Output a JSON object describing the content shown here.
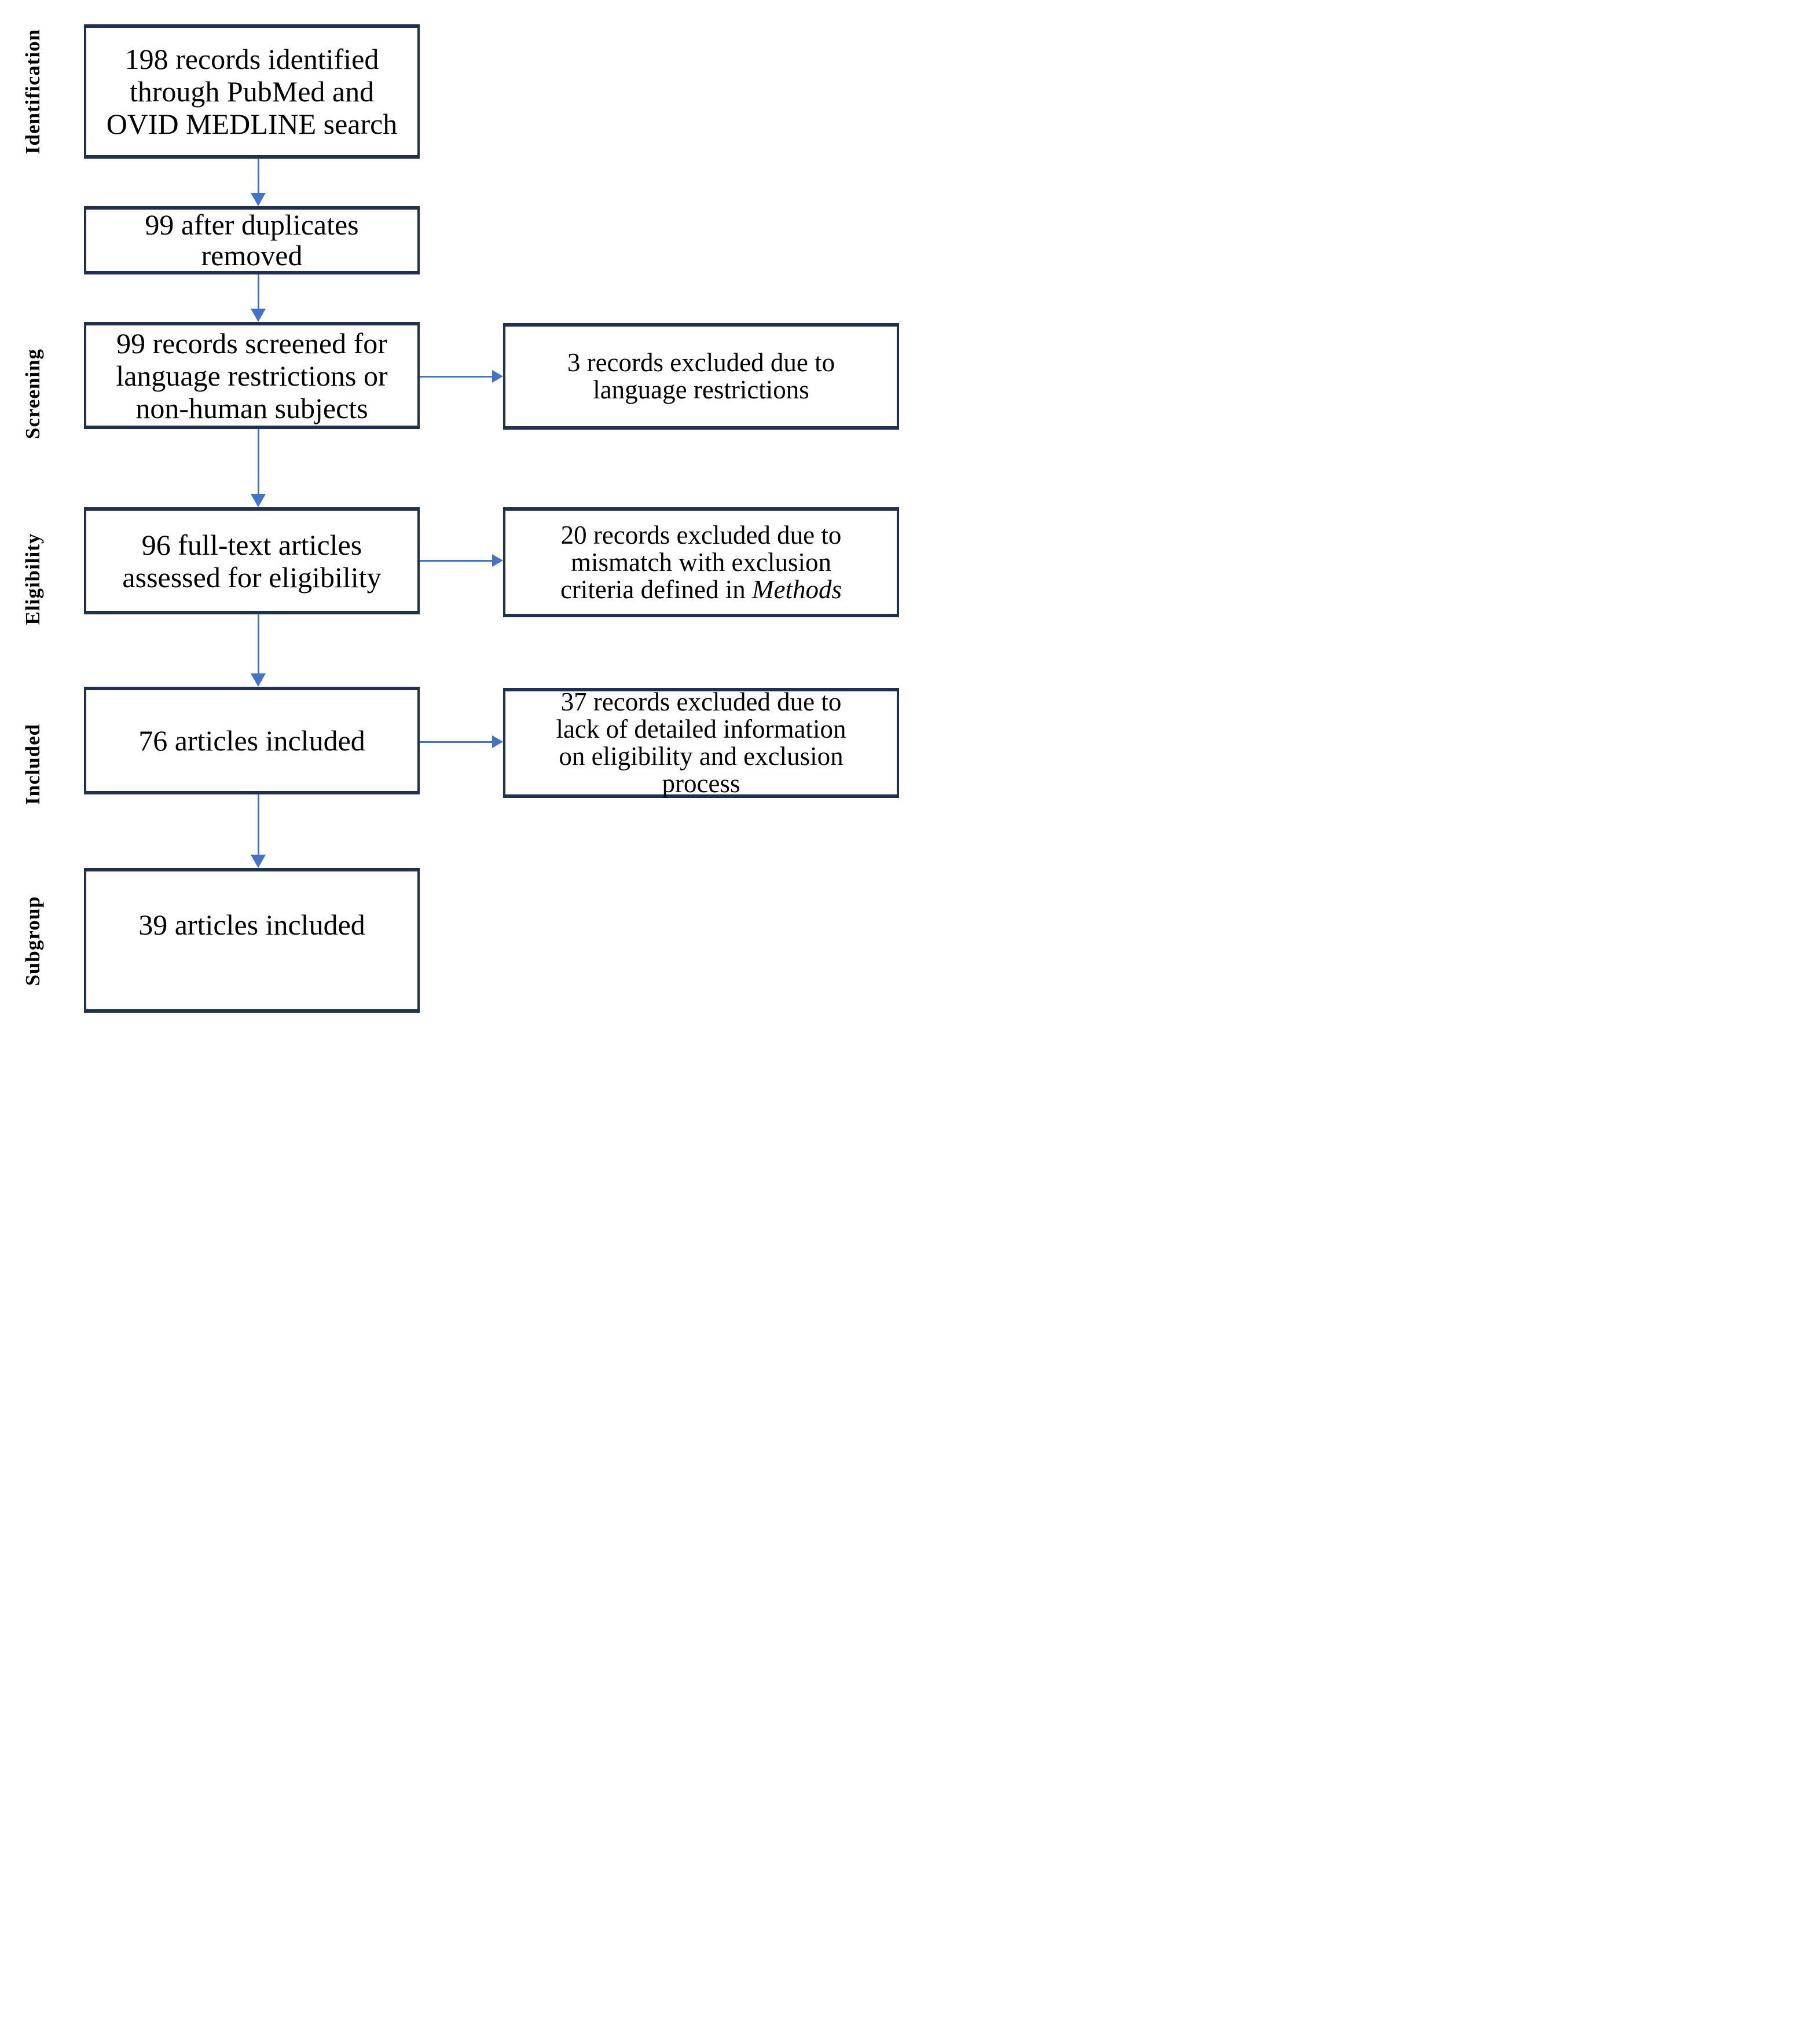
{
  "diagram": {
    "stage_labels": [
      {
        "id": "identification",
        "label": "Identification"
      },
      {
        "id": "screening",
        "label": "Screening"
      },
      {
        "id": "eligibility",
        "label": "Eligibility"
      },
      {
        "id": "included",
        "label": "Included"
      },
      {
        "id": "subgroup",
        "label": "Subgroup"
      }
    ],
    "flow_boxes": [
      {
        "id": "records-identified",
        "lines": [
          "198 records identified",
          "through PubMed and",
          "OVID MEDLINE search"
        ]
      },
      {
        "id": "after-duplicates",
        "lines": [
          "99 after duplicates",
          "removed"
        ]
      },
      {
        "id": "records-screened",
        "lines": [
          "99 records screened for",
          "language restrictions or",
          "non-human subjects"
        ]
      },
      {
        "id": "fulltext-assessed",
        "lines": [
          "96 full-text articles",
          "assessed for eligibility"
        ]
      },
      {
        "id": "articles-included",
        "lines": [
          "76 articles included"
        ]
      },
      {
        "id": "subgroup-included",
        "lines": [
          "39 articles included"
        ]
      }
    ],
    "exclusion_boxes": [
      {
        "id": "excluded-language",
        "lines": [
          "3 records excluded due to",
          "language restrictions"
        ]
      },
      {
        "id": "excluded-criteria",
        "lines": [
          "20 records excluded due to",
          "mismatch with exclusion"
        ],
        "last_line_prefix": "criteria defined in ",
        "last_line_italic": "Methods"
      },
      {
        "id": "excluded-information",
        "lines": [
          "37 records excluded due to",
          "lack of detailed information",
          "on eligibility and exclusion",
          "process"
        ]
      }
    ]
  },
  "colors": {
    "box_border": "#1f3050",
    "arrow": "#4472c4",
    "text": "#000000",
    "background": "#ffffff"
  }
}
